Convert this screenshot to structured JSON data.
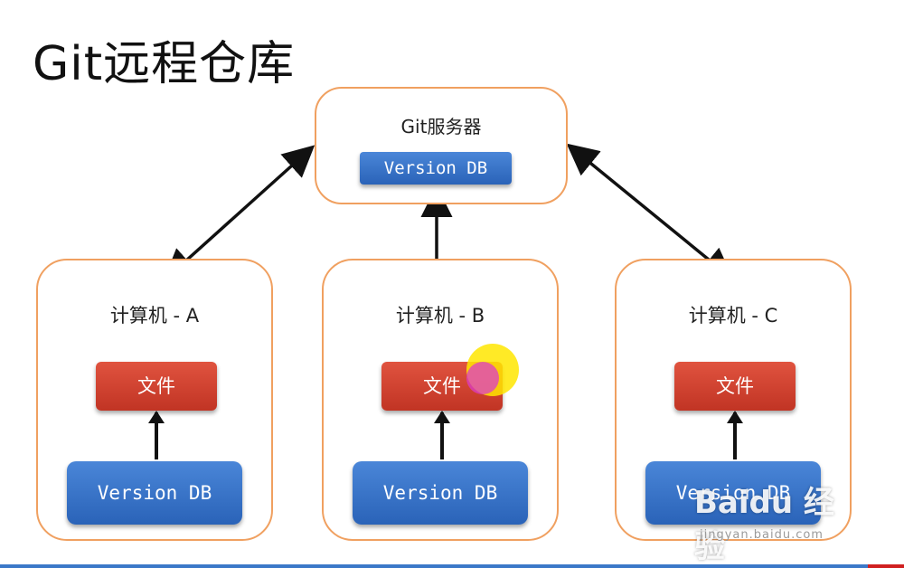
{
  "title": "Git远程仓库",
  "server": {
    "label": "Git服务器",
    "db_label": "Version DB"
  },
  "computers": [
    {
      "label": "计算机 - A",
      "file_label": "文件",
      "db_label": "Version DB"
    },
    {
      "label": "计算机 - B",
      "file_label": "文件",
      "db_label": "Version DB"
    },
    {
      "label": "计算机 - C",
      "file_label": "文件",
      "db_label": "Version DB"
    }
  ],
  "watermark": {
    "logo": "Baidu 经验",
    "url": "jingyan.baidu.com"
  },
  "colors": {
    "box_border": "#f0a060",
    "db_blue": "#2a63b8",
    "file_red": "#c13424",
    "arrow": "#111111"
  }
}
